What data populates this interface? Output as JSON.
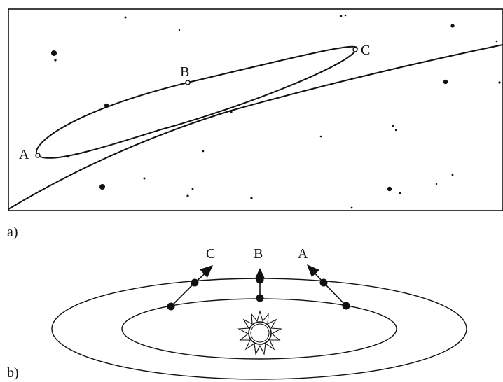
{
  "panel_a": {
    "label": "a)",
    "points": {
      "A": "A",
      "B": "B",
      "C": "C"
    }
  },
  "panel_b": {
    "label": "b)",
    "arrows": {
      "A": "A",
      "B": "B",
      "C": "C"
    }
  },
  "colors": {
    "ink": "#111111",
    "background": "#ffffff"
  }
}
